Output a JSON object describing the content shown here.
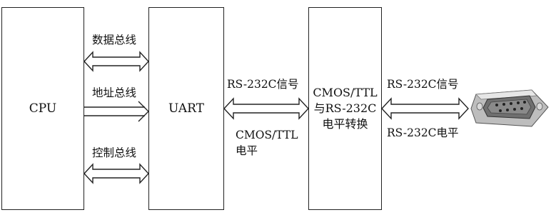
{
  "blocks": {
    "cpu": "CPU",
    "uart": "UART",
    "converter": [
      "CMOS/TTL",
      "与RS-232C",
      "电平转换"
    ]
  },
  "labels": {
    "data_bus": "数据总线",
    "address_bus": "地址总线",
    "control_bus": "控制总线",
    "rs232_signal_left": "RS-232C信号",
    "cmos_ttl_level": [
      "CMOS/TTL",
      "电平"
    ],
    "rs232_signal_right": "RS-232C信号",
    "rs232_level": "RS-232C电平"
  },
  "colors": {
    "line": "#222222",
    "fill": "#ffffff",
    "connector_body": "#9a9a9a"
  },
  "icons": {
    "connector": "db9-serial-connector-icon"
  }
}
